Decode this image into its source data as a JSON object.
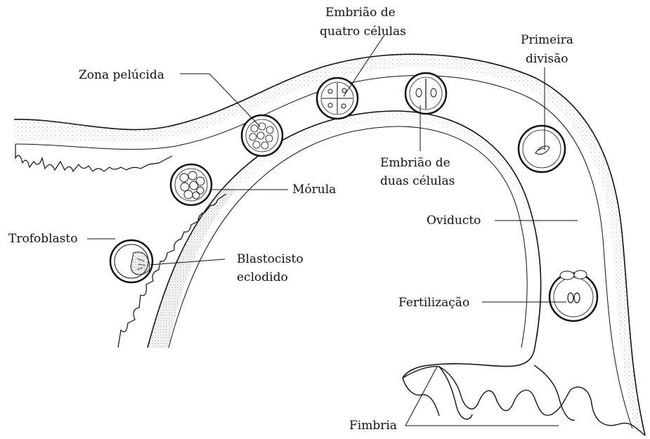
{
  "labels": {
    "four_cell_1": "Embrião de",
    "four_cell_2": "quatro células",
    "first_div_1": "Primeira",
    "first_div_2": "divisão",
    "zona": "Zona pelúcida",
    "two_cell_1": "Embrião de",
    "two_cell_2": "duas células",
    "morula": "Mórula",
    "oviduct": "Oviducto",
    "trophoblast": "Trofoblasto",
    "blasto_1": "Blastocisto",
    "blasto_2": "eclodido",
    "fertilization": "Fertilização",
    "fimbria": "Fimbria"
  },
  "colors": {
    "ink": "#111111",
    "stipple": "#9a9a9a",
    "paper": "#ffffff"
  }
}
